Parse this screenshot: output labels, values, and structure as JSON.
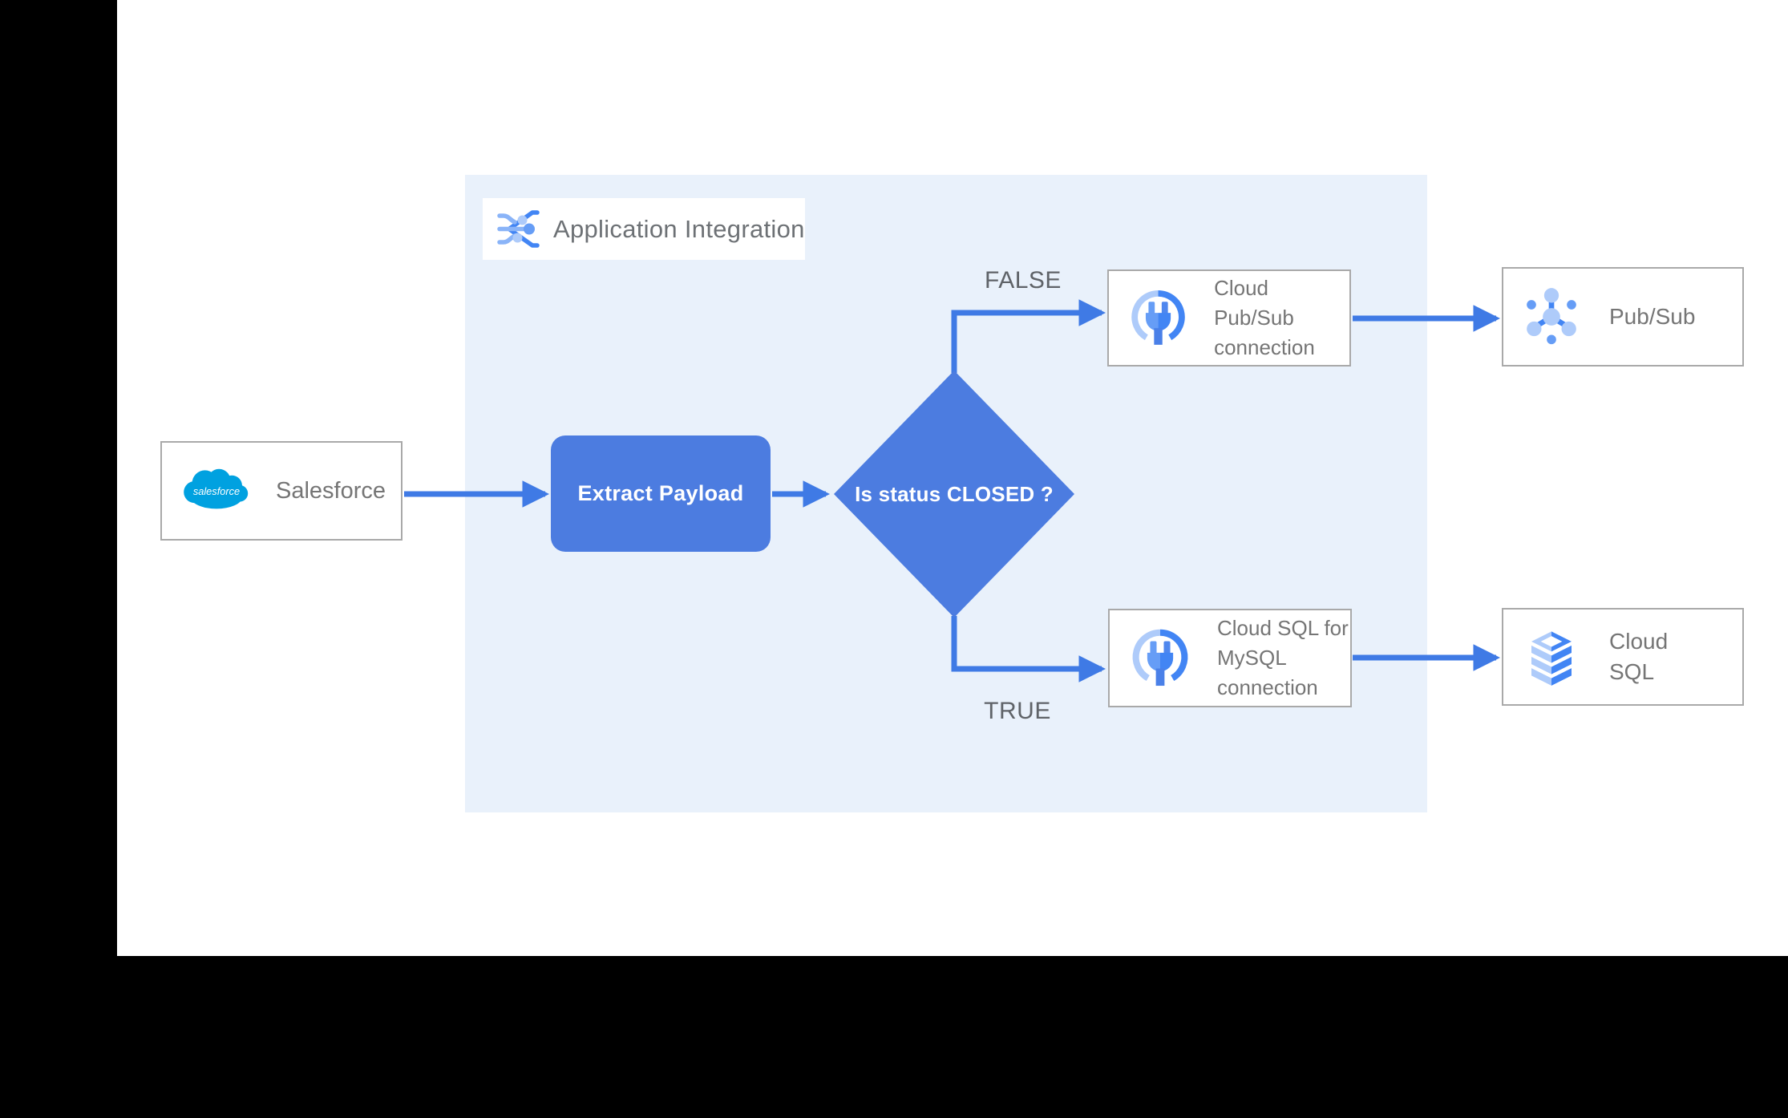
{
  "panel": {
    "label": "Application Integration",
    "bg": "#e9f1fb"
  },
  "nodes": {
    "salesforce": {
      "label": "Salesforce",
      "logo_text": "salesforce"
    },
    "extract": {
      "label": "Extract Payload"
    },
    "decision": {
      "label": "Is status CLOSED ?"
    },
    "pubsub_connection": {
      "label": "Cloud Pub/Sub\nconnection"
    },
    "pubsub": {
      "label": "Pub/Sub"
    },
    "sql_connection": {
      "label": "Cloud SQL for\nMySQL\nconnection"
    },
    "cloud_sql": {
      "label": "Cloud\nSQL"
    }
  },
  "edges": {
    "false_label": "FALSE",
    "true_label": "TRUE"
  },
  "colors": {
    "node_blue": "#4c7ce0",
    "arrow_blue": "#3f7ae5",
    "panel_bg": "#e9f1fb",
    "box_border": "#a9a9a9",
    "label_gray": "#757575",
    "edge_label_gray": "#5f6368",
    "salesforce_blue": "#00a1e0",
    "icon_blue_dark": "#4285f4",
    "icon_blue_mid": "#669df6",
    "icon_blue_light": "#aecbfa",
    "frame_black": "#000000"
  },
  "icons": {
    "app_integration": "application-integration-icon",
    "salesforce": "salesforce-cloud-logo",
    "connector": "connection-plug-icon",
    "pubsub": "pubsub-icon",
    "cloud_sql": "cloud-sql-icon"
  }
}
